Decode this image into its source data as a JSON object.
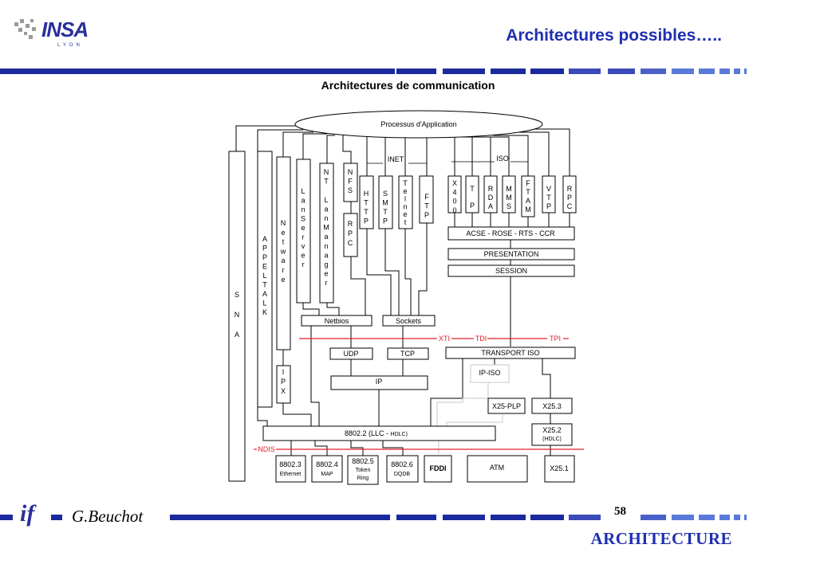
{
  "header": {
    "logo_text": "INSA",
    "logo_subtext": "LYON",
    "title": "Architectures possibles….."
  },
  "diagram": {
    "heading": "Architectures de communication",
    "app_layer": "Processus d'Application",
    "group_labels": {
      "inet": "INET",
      "iso": "ISO"
    },
    "columns": {
      "sna": [
        "S",
        "N",
        "A"
      ],
      "appletalk": [
        "A",
        "P",
        "P",
        "E",
        "L",
        "T",
        "A",
        "L",
        "K"
      ],
      "netware": [
        "N",
        "e",
        "t",
        "w",
        "a",
        "r",
        "e"
      ],
      "ipx": [
        "I",
        "P",
        "X"
      ],
      "lanserver": [
        "L",
        "a",
        "n",
        "S",
        "e",
        "r",
        "v",
        "e",
        "r"
      ],
      "ntlanmanager": [
        "N",
        "T",
        "",
        "L",
        "a",
        "n",
        "M",
        "a",
        "n",
        "a",
        "g",
        "e",
        "r"
      ],
      "nfs": [
        "N",
        "F",
        "S"
      ],
      "rpc_left": [
        "R",
        "P",
        "C"
      ],
      "http": [
        "H",
        "T",
        "T",
        "P"
      ],
      "smtp": [
        "S",
        "M",
        "T",
        "P"
      ],
      "telnet": [
        "T",
        "e",
        "l",
        "n",
        "e",
        "t"
      ],
      "ftp": [
        "F",
        "T",
        "P"
      ],
      "x400": [
        "X",
        "4",
        "0",
        "0"
      ],
      "tp": [
        "T",
        "P"
      ],
      "rda": [
        "R",
        "D",
        "A"
      ],
      "mms": [
        "M",
        "M",
        "S"
      ],
      "ftam": [
        "F",
        "T",
        "A",
        "M"
      ],
      "vtp": [
        "V",
        "T",
        "P"
      ],
      "rpc_right": [
        "R",
        "P",
        "C"
      ]
    },
    "boxes": {
      "acse": "ACSE - ROSE - RTS - CCR",
      "presentation": "PRESENTATION",
      "session": "SESSION",
      "netbios": "Netbios",
      "sockets": "Sockets",
      "udp": "UDP",
      "tcp": "TCP",
      "transport_iso": "TRANSPORT ISO",
      "ip": "IP",
      "ip_iso": "IP-ISO",
      "x25_plp": "X25-PLP",
      "x253": "X25.3",
      "llc_main": "8802.2 (LLC - ",
      "llc_small": "HDLC)",
      "x252": "X25.2",
      "x252_sub": "(HDLC)"
    },
    "interfaces": {
      "xti": "XTI",
      "tdi": "TDI",
      "tpi": "TPI",
      "ndis": "NDIS"
    },
    "physical": [
      {
        "id": "p8023",
        "line1": "8802.3",
        "line2": "Ethernet",
        "line3": ""
      },
      {
        "id": "p8024",
        "line1": "8802.4",
        "line2": "MAP",
        "line3": ""
      },
      {
        "id": "p8025",
        "line1": "8802.5",
        "line2": "Token",
        "line3": "Ring"
      },
      {
        "id": "p8026",
        "line1": "8802.6",
        "line2": "DQDB",
        "line3": ""
      },
      {
        "id": "fddi",
        "line1": "FDDI",
        "line2": "",
        "line3": ""
      },
      {
        "id": "atm",
        "line1": "ATM",
        "line2": "",
        "line3": ""
      },
      {
        "id": "x251",
        "line1": "X25.1",
        "line2": "",
        "line3": ""
      }
    ]
  },
  "footer": {
    "logo_text": "if",
    "author": "G.Beuchot",
    "page_number": "58",
    "chapter": "ARCHITECTURE"
  },
  "colors": {
    "accent": "#1f2fb0",
    "bar_dark": "#1a2a9c",
    "bar_light": "#5a7ad8",
    "interface_line": "#e0202a"
  }
}
